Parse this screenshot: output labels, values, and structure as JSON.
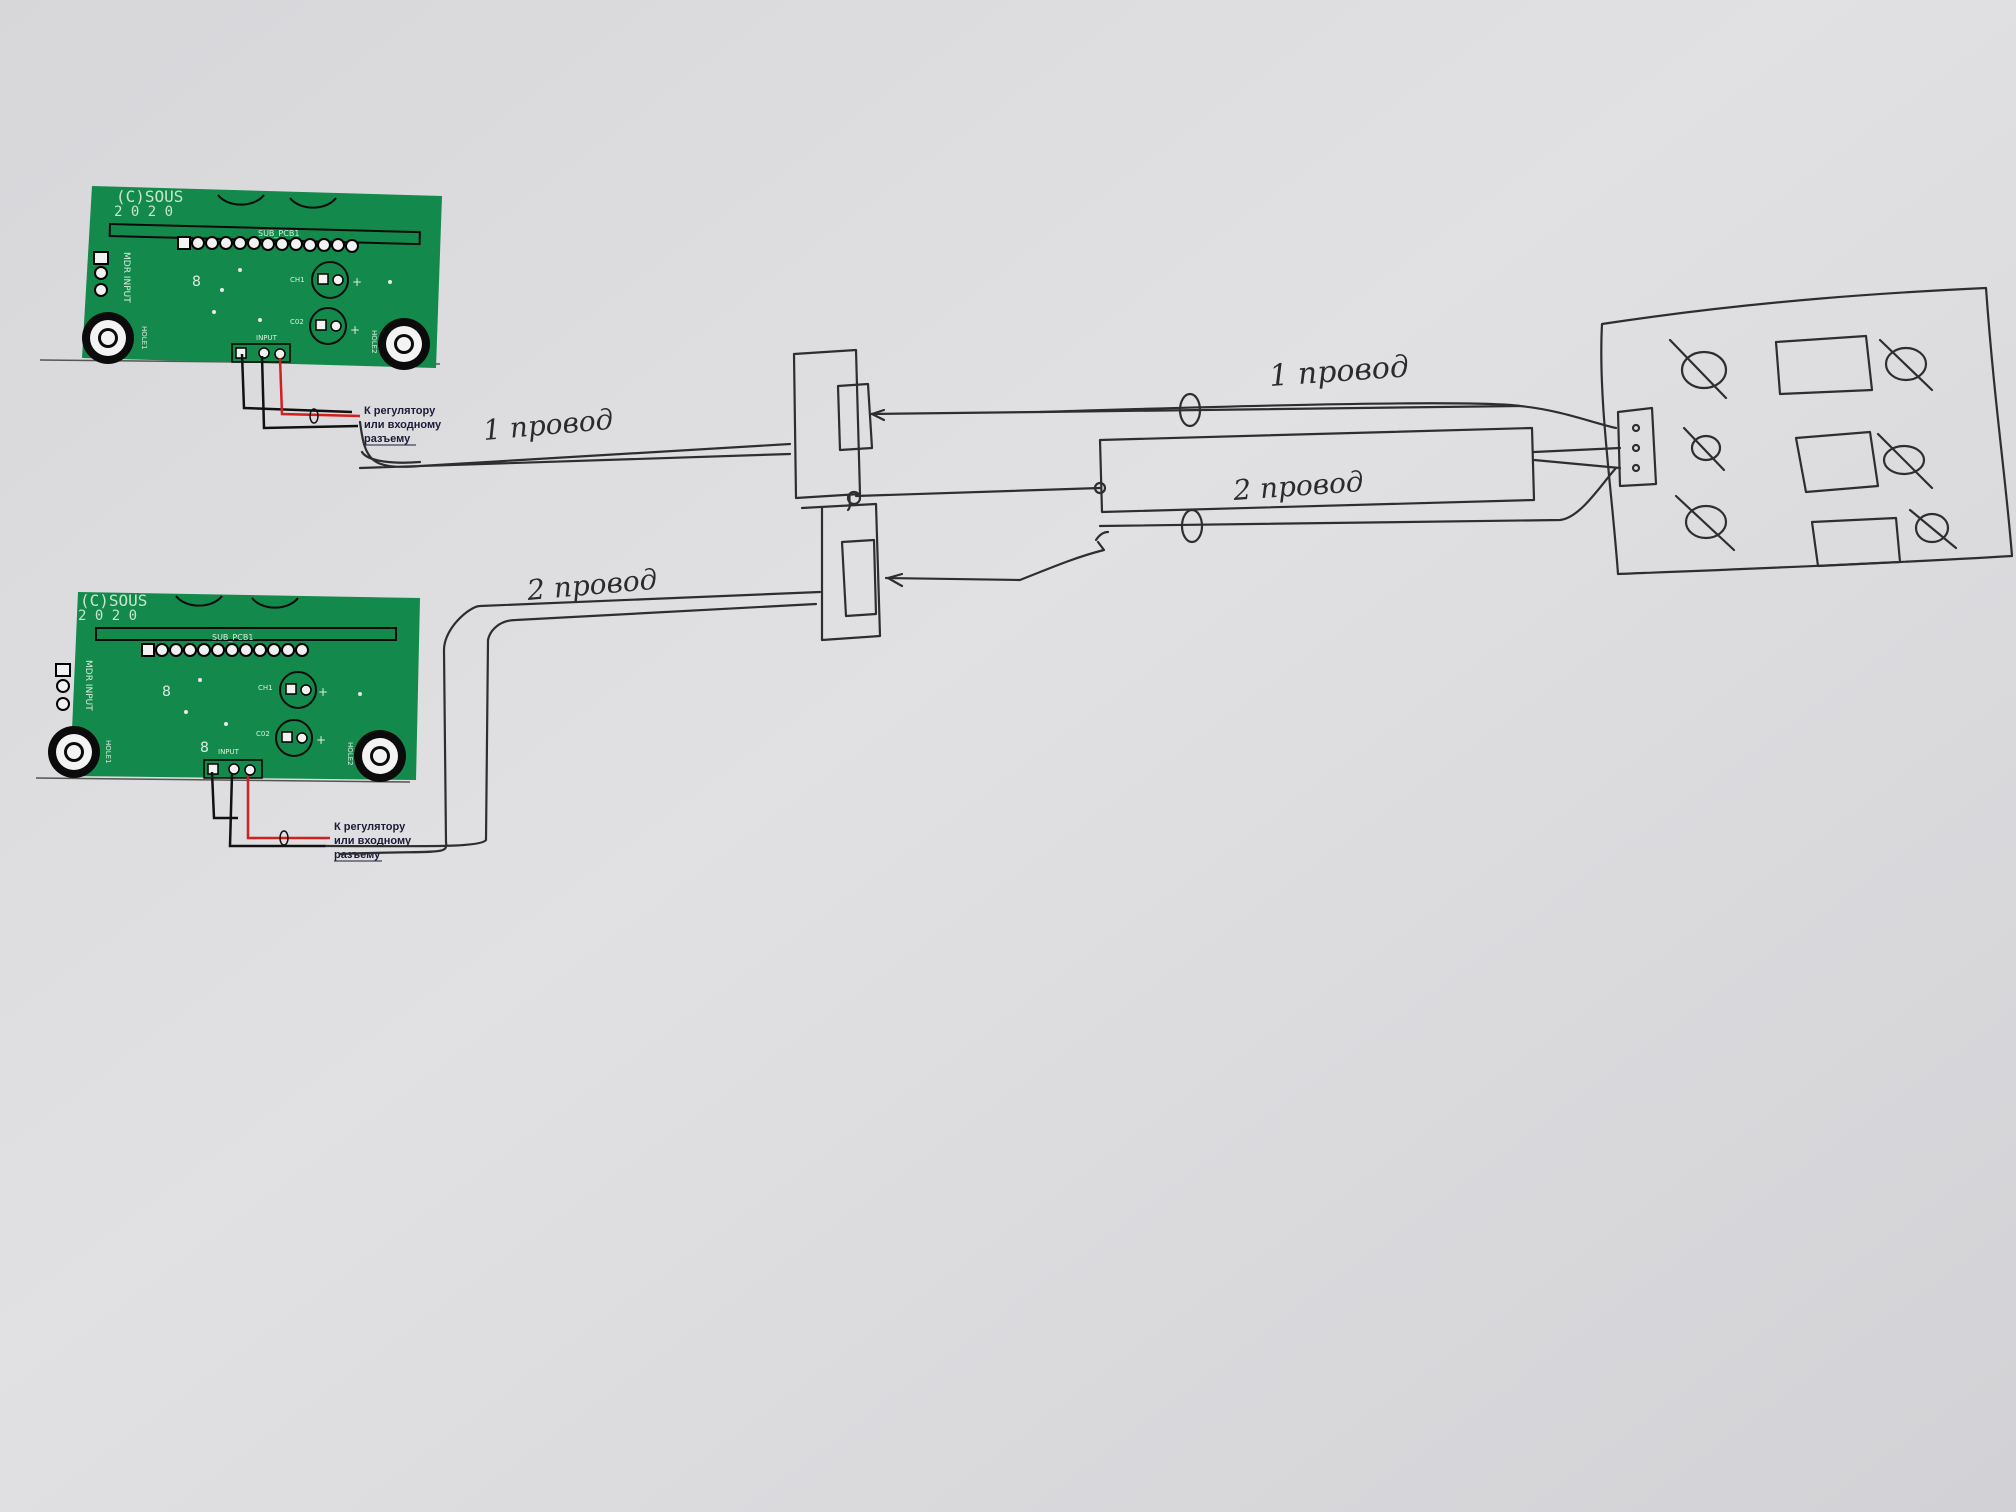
{
  "pcb_top": {
    "copyright": "(C)SOUS",
    "year": "2 0 2 0",
    "header_label": "SUB_PCB1",
    "side_label": "MDR  INPUT",
    "cap1": "CH1",
    "cap2": "C02",
    "hole_left": "HOLE1",
    "hole_right": "HOLE2",
    "connector": "INPUT"
  },
  "pcb_bottom": {
    "copyright": "(C)SOUS",
    "year": "2 0 2 0",
    "header_label": "SUB_PCB1",
    "side_label": "MDR  INPUT",
    "cap1": "CH1",
    "cap2": "C02",
    "hole_left": "HOLE1",
    "hole_right": "HOLE2",
    "connector": "INPUT"
  },
  "caption_top": {
    "line1": "К регулятору",
    "line2": "или входному",
    "line3": "разъему"
  },
  "caption_bottom": {
    "line1": "К регулятору",
    "line2": "или входному",
    "line3": "разъему"
  },
  "handwriting": {
    "wire1_left": "1 провод",
    "wire2_left": "2 провод",
    "wire1_right": "1 провод",
    "wire2_right": "2 провод"
  },
  "colors": {
    "paper": "#dadadd",
    "pcb_green": "#13894b",
    "ink": "#2e2e2e",
    "red_wire": "#d21f1f",
    "black_wire": "#111111"
  }
}
